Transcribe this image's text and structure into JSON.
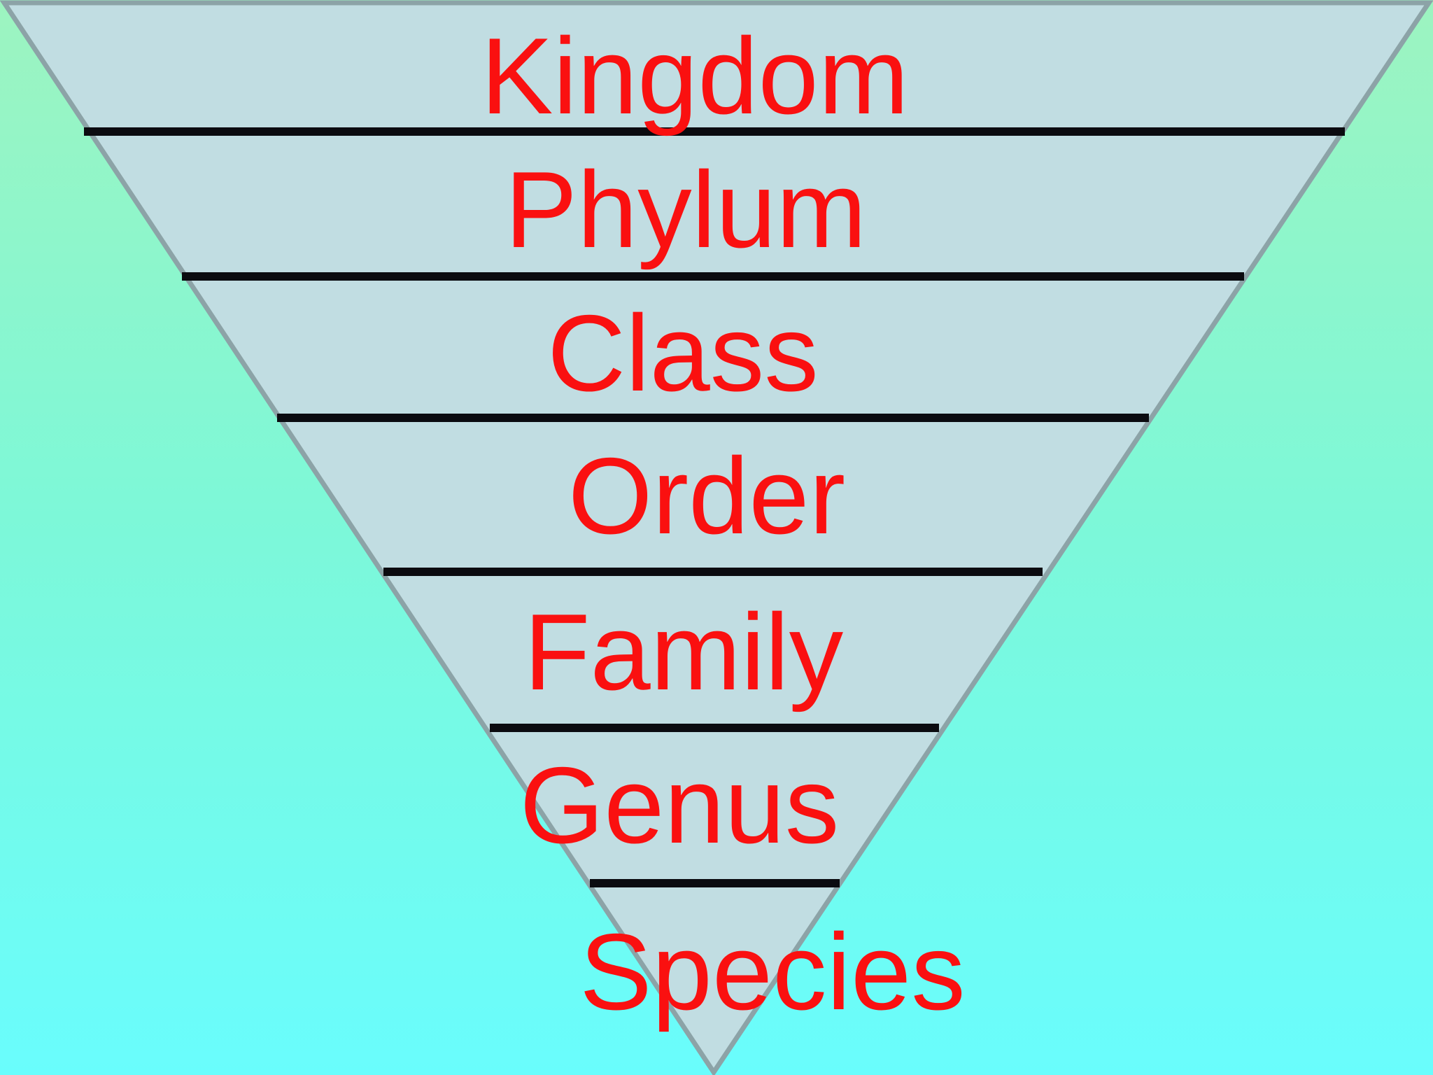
{
  "diagram": {
    "type": "funnel",
    "levels": [
      {
        "label": "Kingdom"
      },
      {
        "label": "Phylum"
      },
      {
        "label": "Class"
      },
      {
        "label": "Order"
      },
      {
        "label": "Family"
      },
      {
        "label": "Genus"
      },
      {
        "label": "Species"
      }
    ]
  },
  "colors": {
    "label": "#fa1010",
    "divider": "#0b0b10",
    "triangle_fill": "#c1dde2",
    "triangle_border": "#8ca3a7",
    "background_top": "#9df4c0",
    "background_mid": "#7df8d8",
    "background_bottom": "#69fdfd"
  }
}
